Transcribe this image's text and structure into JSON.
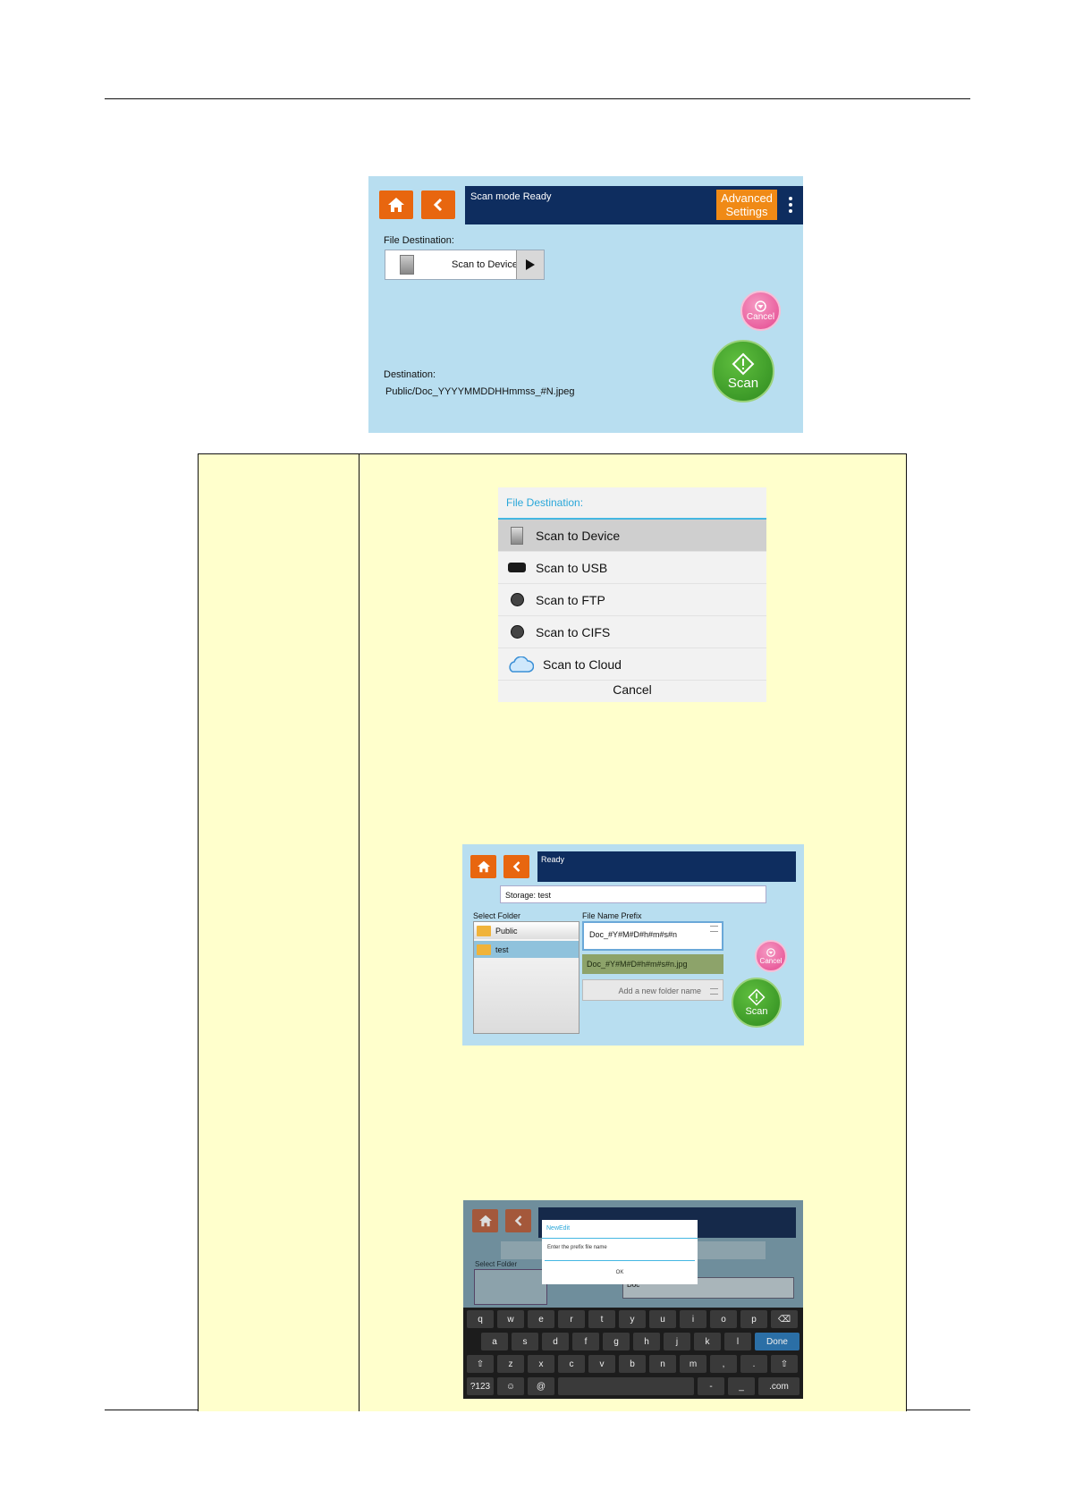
{
  "screen1": {
    "status": "Scan mode  Ready",
    "advanced_line1": "Advanced",
    "advanced_line2": "Settings",
    "file_destination_label": "File Destination:",
    "destination_value": "Scan to Device",
    "cancel": "Cancel",
    "scan": "Scan",
    "destination_label": "Destination:",
    "destination_path": "Public/Doc_YYYYMMDDHHmmss_#N.jpeg"
  },
  "destination_menu": {
    "title": "File Destination:",
    "items": [
      "Scan to Device",
      "Scan to USB",
      "Scan to FTP",
      "Scan to CIFS",
      "Scan to Cloud"
    ],
    "cancel": "Cancel"
  },
  "screen2": {
    "status": "Ready",
    "storage": "Storage: test",
    "select_folder_label": "Select Folder",
    "folders": [
      "Public",
      "test"
    ],
    "file_name_prefix_label": "File Name Prefix",
    "prefix_value": "Doc_#Y#M#D#h#m#s#n",
    "prefix_preview": "Doc_#Y#M#D#h#m#s#n.jpg",
    "new_folder_placeholder": "Add a new folder name",
    "cancel": "Cancel",
    "scan": "Scan"
  },
  "screen3": {
    "dialog_title": "NewEdit",
    "dialog_input": "Enter the prefix file name",
    "dialog_ok": "OK",
    "select_folder_label": "Select Folder",
    "doc_field": "Doc",
    "keyboard_rows": [
      [
        "q",
        "w",
        "e",
        "r",
        "t",
        "y",
        "u",
        "i",
        "o",
        "p",
        "⌫"
      ],
      [
        "a",
        "s",
        "d",
        "f",
        "g",
        "h",
        "j",
        "k",
        "l",
        "Done"
      ],
      [
        "⇧",
        "z",
        "x",
        "c",
        "v",
        "b",
        "n",
        "m",
        ",",
        ".",
        "⇧"
      ],
      [
        "?123",
        "☺",
        "@",
        "",
        "-",
        "_",
        ".com"
      ]
    ]
  },
  "colors": {
    "panel_bg": "#b8def0",
    "navy": "#0e2d5f",
    "orange": "#e8660f",
    "table_bg": "#ffffcc",
    "scan_green": "#3c9f2a",
    "cancel_pink": "#e5478f"
  }
}
